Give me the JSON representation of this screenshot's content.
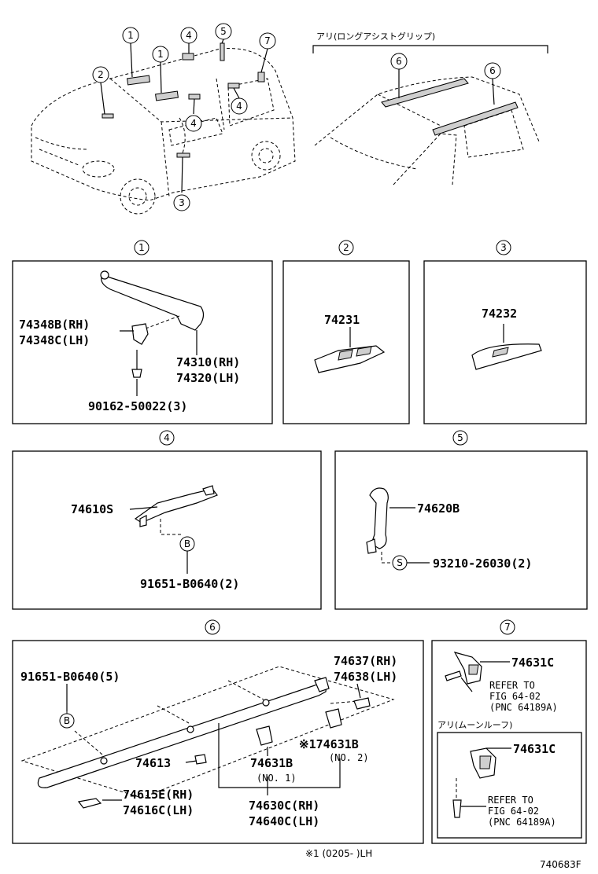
{
  "top_right_label": "アリ(ロングアシストグリップ)",
  "callouts": {
    "c1": "1",
    "c2": "2",
    "c3": "3",
    "c4": "4",
    "c5": "5",
    "c6": "6",
    "c7": "7"
  },
  "panel1": {
    "number": "1",
    "parts": [
      "74348B(RH)",
      "74348C(LH)",
      "74310(RH)",
      "74320(LH)",
      "90162-50022(3)"
    ]
  },
  "panel2": {
    "number": "2",
    "parts": [
      "74231"
    ]
  },
  "panel3": {
    "number": "3",
    "parts": [
      "74232"
    ]
  },
  "panel4": {
    "number": "4",
    "parts": [
      "74610S",
      "91651-B0640(2)"
    ],
    "mark": "B"
  },
  "panel5": {
    "number": "5",
    "parts": [
      "74620B",
      "93210-26030(2)"
    ],
    "mark": "S"
  },
  "panel6": {
    "number": "6",
    "mark": "B",
    "parts": [
      "91651-B0640(5)",
      "74637(RH)",
      "74638(LH)",
      "※174631B",
      "(NO. 2)",
      "74613",
      "74631B",
      "(NO. 1)",
      "74615E(RH)",
      "74616C(LH)",
      "74630C(RH)",
      "74640C(LH)"
    ]
  },
  "panel7": {
    "number": "7",
    "part": "74631C",
    "refer_line1": "REFER TO",
    "refer_line2": "FIG 64-02",
    "refer_line3": "(PNC 64189A)",
    "sub_label": "アリ(ムーンルーフ)",
    "sub_part": "74631C",
    "sub_refer_line1": "REFER TO",
    "sub_refer_line2": "FIG 64-02",
    "sub_refer_line3": "(PNC 64189A)"
  },
  "footnote": "※1 (0205- )LH",
  "figure_code": "740683F"
}
